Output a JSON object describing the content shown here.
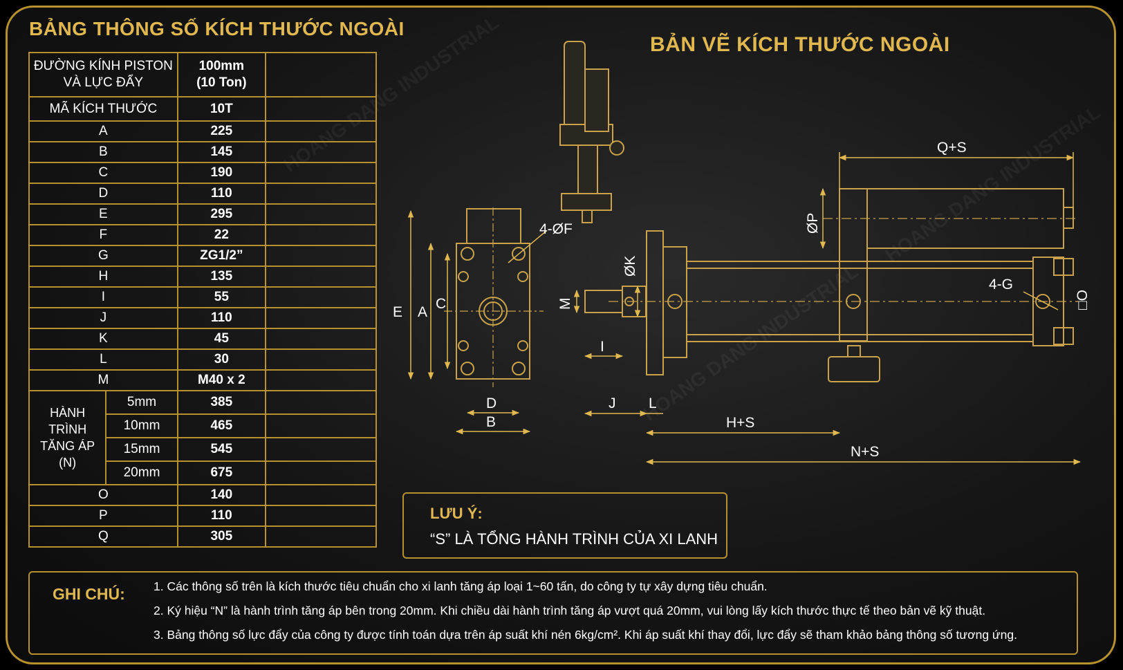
{
  "titles": {
    "table": "BẢNG THÔNG SỐ KÍCH THƯỚC NGOÀI",
    "drawing": "BẢN VẼ KÍCH THƯỚC NGOÀI"
  },
  "spec_table": {
    "header_label": "ĐƯỜNG KÍNH PISTON\nVÀ LỰC ĐẨY",
    "header_value": "100mm\n(10 Ton)",
    "code_label": "MÃ KÍCH THƯỚC",
    "code_value": "10T",
    "rows": [
      {
        "label": "A",
        "value": "225"
      },
      {
        "label": "B",
        "value": "145"
      },
      {
        "label": "C",
        "value": "190"
      },
      {
        "label": "D",
        "value": "110"
      },
      {
        "label": "E",
        "value": "295"
      },
      {
        "label": "F",
        "value": "22"
      },
      {
        "label": "G",
        "value": "ZG1/2”"
      },
      {
        "label": "H",
        "value": "135"
      },
      {
        "label": "I",
        "value": "55"
      },
      {
        "label": "J",
        "value": "110"
      },
      {
        "label": "K",
        "value": "45"
      },
      {
        "label": "L",
        "value": "30"
      },
      {
        "label": "M",
        "value": "M40 x 2"
      }
    ],
    "stroke_group_label": "HÀNH TRÌNH\nTĂNG ÁP\n(N)",
    "stroke_rows": [
      {
        "label": "5mm",
        "value": "385"
      },
      {
        "label": "10mm",
        "value": "465"
      },
      {
        "label": "15mm",
        "value": "545"
      },
      {
        "label": "20mm",
        "value": "675"
      }
    ],
    "tail_rows": [
      {
        "label": "O",
        "value": "140"
      },
      {
        "label": "P",
        "value": "110"
      },
      {
        "label": "Q",
        "value": "305"
      }
    ]
  },
  "drawing_labels": {
    "QS": "Q+S",
    "P": "ØP",
    "F": "4-ØF",
    "K": "ØK",
    "M": "M",
    "G": "4-G",
    "O": "□O",
    "E": "E",
    "A": "A",
    "C": "C",
    "D": "D",
    "B": "B",
    "I": "I",
    "J": "J",
    "L": "L",
    "HS": "H+S",
    "NS": "N+S"
  },
  "note": {
    "title": "LƯU Ý:",
    "text": "“S” LÀ TỔNG HÀNH TRÌNH CỦA XI LANH"
  },
  "remarks": {
    "title": "GHI CHÚ:",
    "items": [
      "1. Các thông số trên là kích thước tiêu chuẩn cho xi lanh tăng áp loại 1~60 tấn, do công ty tự xây dựng tiêu chuẩn.",
      "2. Ký hiệu “N” là hành trình tăng áp bên trong 20mm. Khi chiều dài hành trình tăng áp vượt quá 20mm, vui lòng lấy kích thước thực tế theo bản vẽ kỹ thuật.",
      "3. Bảng thông số lực đẩy của công ty được tính toán dựa trên áp suất khí nén 6kg/cm². Khi áp suất khí thay đổi, lực đẩy sẽ tham khảo bảng thông số tương ứng."
    ]
  },
  "colors": {
    "gold": "#e0b84f",
    "border": "#b8912f",
    "background": "#151515"
  }
}
